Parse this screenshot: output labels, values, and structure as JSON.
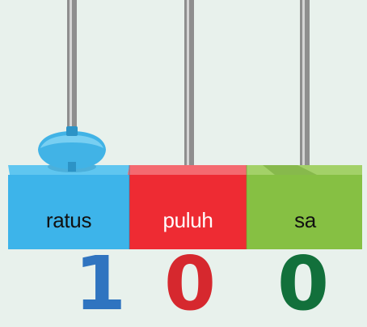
{
  "places": [
    {
      "label": "ratus",
      "digit": "1",
      "color": "#2f74c0",
      "beads": 1
    },
    {
      "label": "puluh",
      "digit": "0",
      "color": "#d6282e",
      "beads": 0
    },
    {
      "label": "sa",
      "digit": "0",
      "color": "#12703b",
      "beads": 0
    }
  ],
  "colors": {
    "ratus_block": "#3db4ea",
    "puluh_block": "#ee2b33",
    "sa_block": "#86c043",
    "bead": "#41b3e6",
    "rod": "#9a9a9a",
    "background": "#e8f1ec"
  }
}
